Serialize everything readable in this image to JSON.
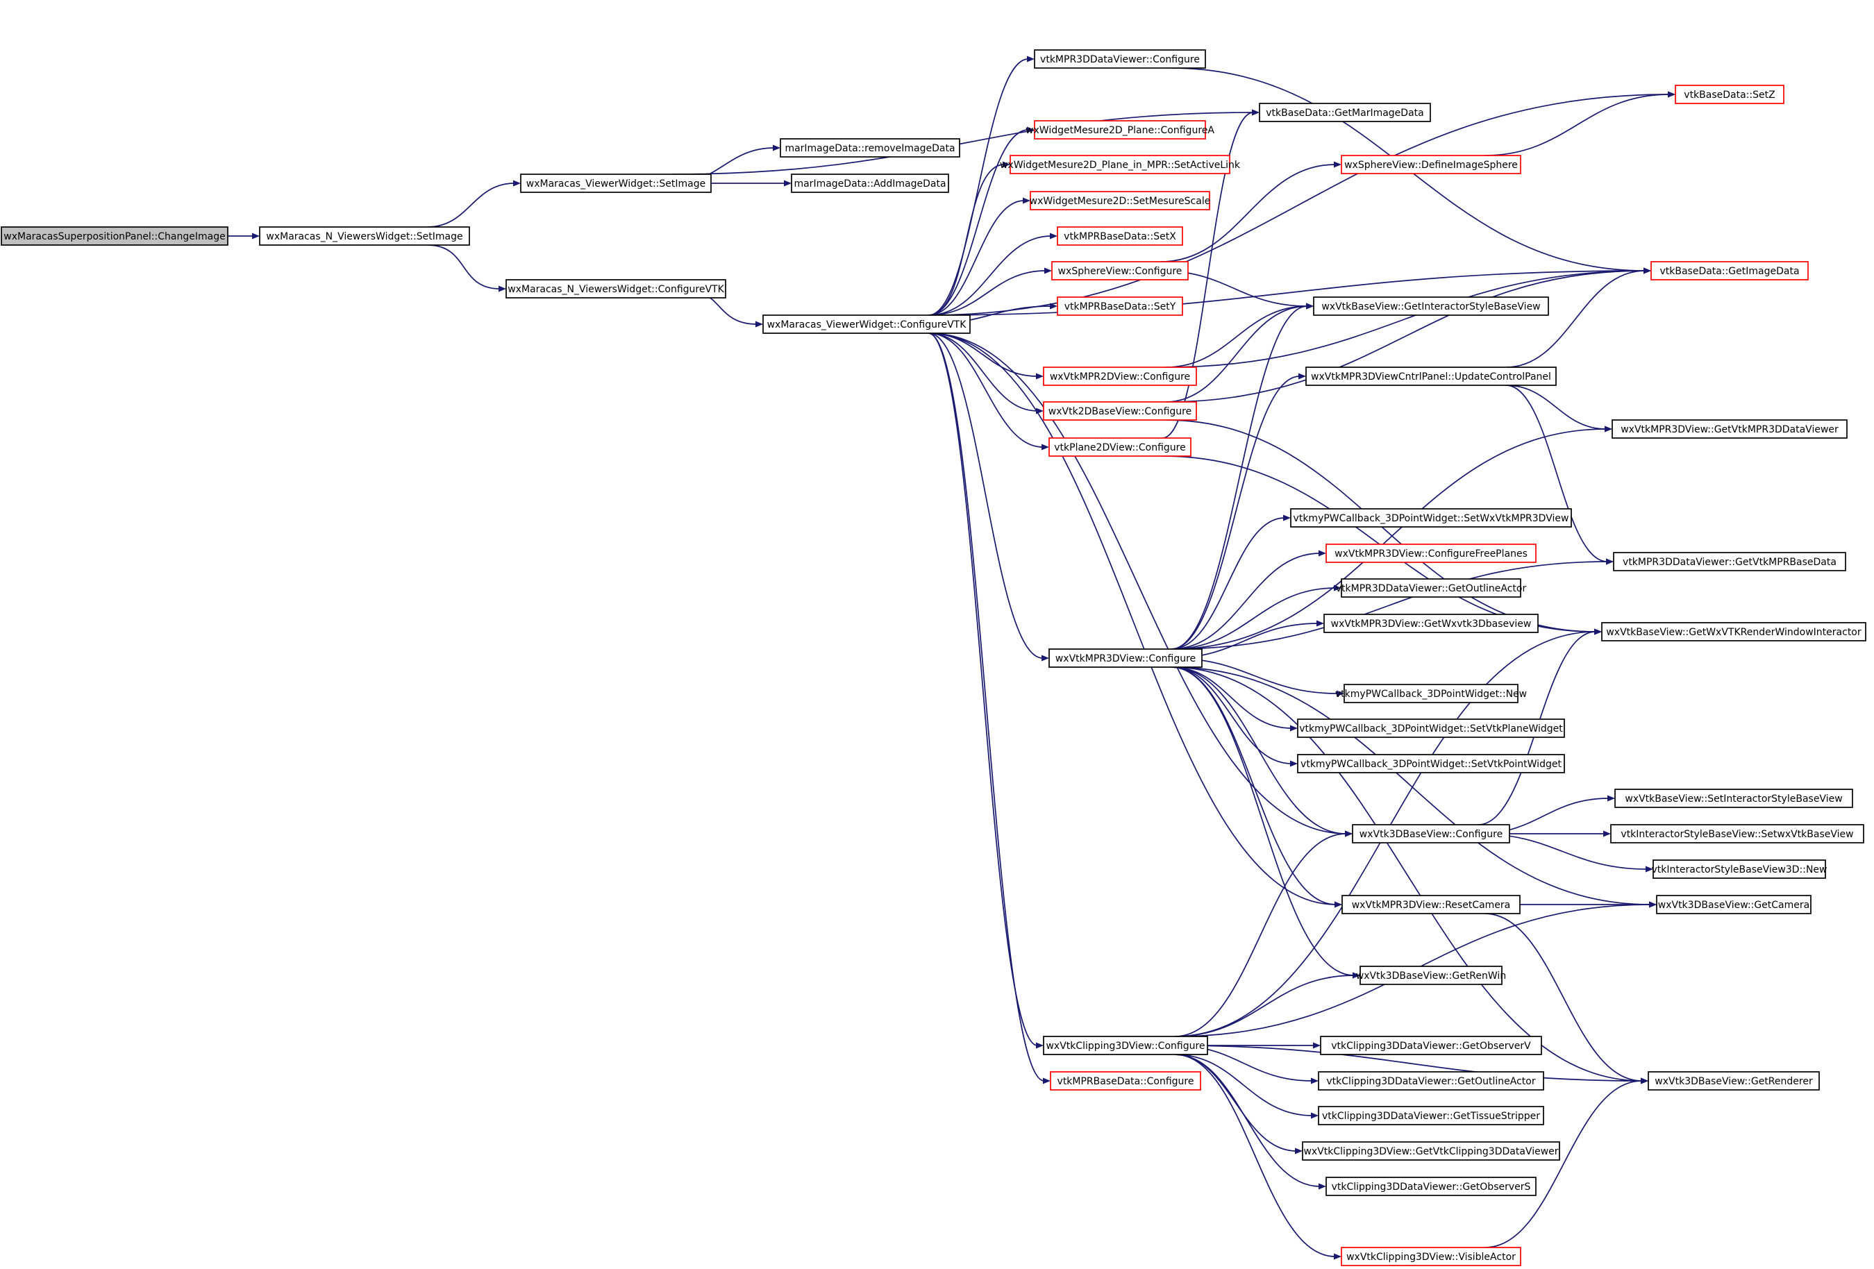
{
  "colors": {
    "edge": "#191970",
    "border_normal": "#000000",
    "border_highlight": "#ff0000",
    "root_fill": "#bfbfbf",
    "fill": "#ffffff"
  },
  "nodes": [
    {
      "id": "n0",
      "label": "wxMaracasSuperpositionPanel::ChangeImage",
      "style": "root"
    },
    {
      "id": "n1",
      "label": "wxMaracas_N_ViewersWidget::SetImage",
      "style": "normal"
    },
    {
      "id": "n2",
      "label": "wxMaracas_ViewerWidget::SetImage",
      "style": "normal"
    },
    {
      "id": "n3",
      "label": "wxMaracas_N_ViewersWidget::ConfigureVTK",
      "style": "normal"
    },
    {
      "id": "n4",
      "label": "marImageData::removeImageData",
      "style": "normal"
    },
    {
      "id": "n5",
      "label": "marImageData::AddImageData",
      "style": "normal"
    },
    {
      "id": "n6",
      "label": "vtkBaseData::GetMarImageData",
      "style": "normal"
    },
    {
      "id": "n7",
      "label": "wxMaracas_ViewerWidget::ConfigureVTK",
      "style": "normal"
    },
    {
      "id": "n8",
      "label": "vtkMPR3DDataViewer::Configure",
      "style": "normal"
    },
    {
      "id": "n9",
      "label": "wxWidgetMesure2D_Plane::ConfigureA",
      "style": "red"
    },
    {
      "id": "n10",
      "label": "wxWidgetMesure2D_Plane_in_MPR::SetActiveLink",
      "style": "red"
    },
    {
      "id": "n11",
      "label": "wxWidgetMesure2D::SetMesureScale",
      "style": "red"
    },
    {
      "id": "n12",
      "label": "vtkMPRBaseData::SetX",
      "style": "red"
    },
    {
      "id": "n13",
      "label": "wxSphereView::Configure",
      "style": "red"
    },
    {
      "id": "n14",
      "label": "vtkMPRBaseData::SetY",
      "style": "red"
    },
    {
      "id": "n15",
      "label": "wxVtkMPR2DView::Configure",
      "style": "red"
    },
    {
      "id": "n16",
      "label": "wxVtk2DBaseView::Configure",
      "style": "red"
    },
    {
      "id": "n17",
      "label": "vtkPlane2DView::Configure",
      "style": "red"
    },
    {
      "id": "n18",
      "label": "wxVtkMPR3DView::Configure",
      "style": "normal"
    },
    {
      "id": "n19",
      "label": "wxVtkClipping3DView::Configure",
      "style": "normal"
    },
    {
      "id": "n20",
      "label": "vtkMPRBaseData::Configure",
      "style": "red"
    },
    {
      "id": "n21",
      "label": "vtkBaseData::SetZ",
      "style": "red"
    },
    {
      "id": "n22",
      "label": "wxSphereView::DefineImageSphere",
      "style": "red"
    },
    {
      "id": "n23",
      "label": "vtkBaseData::GetImageData",
      "style": "red"
    },
    {
      "id": "n24",
      "label": "wxVtkBaseView::GetInteractorStyleBaseView",
      "style": "normal"
    },
    {
      "id": "n25",
      "label": "wxVtkMPR3DViewCntrlPanel::UpdateControlPanel",
      "style": "normal"
    },
    {
      "id": "n26",
      "label": "wxVtkMPR3DView::GetVtkMPR3DDataViewer",
      "style": "normal"
    },
    {
      "id": "n27",
      "label": "vtkmyPWCallback_3DPointWidget::SetWxVtkMPR3DView",
      "style": "normal"
    },
    {
      "id": "n28",
      "label": "wxVtkMPR3DView::ConfigureFreePlanes",
      "style": "red"
    },
    {
      "id": "n29",
      "label": "vtkMPR3DDataViewer::GetOutlineActor",
      "style": "normal"
    },
    {
      "id": "n30",
      "label": "wxVtkMPR3DView::GetWxvtk3Dbaseview",
      "style": "normal"
    },
    {
      "id": "n31",
      "label": "vtkMPR3DDataViewer::GetVtkMPRBaseData",
      "style": "normal"
    },
    {
      "id": "n32",
      "label": "wxVtkBaseView::GetWxVTKRenderWindowInteractor",
      "style": "normal"
    },
    {
      "id": "n33",
      "label": "vtkmyPWCallback_3DPointWidget::New",
      "style": "normal"
    },
    {
      "id": "n34",
      "label": "vtkmyPWCallback_3DPointWidget::SetVtkPlaneWidget",
      "style": "normal"
    },
    {
      "id": "n35",
      "label": "vtkmyPWCallback_3DPointWidget::SetVtkPointWidget",
      "style": "normal"
    },
    {
      "id": "n36",
      "label": "wxVtkBaseView::SetInteractorStyleBaseView",
      "style": "normal"
    },
    {
      "id": "n37",
      "label": "wxVtk3DBaseView::Configure",
      "style": "normal"
    },
    {
      "id": "n38",
      "label": "vtkInteractorStyleBaseView::SetwxVtkBaseView",
      "style": "normal"
    },
    {
      "id": "n39",
      "label": "vtkInteractorStyleBaseView3D::New",
      "style": "normal"
    },
    {
      "id": "n40",
      "label": "wxVtkMPR3DView::ResetCamera",
      "style": "normal"
    },
    {
      "id": "n41",
      "label": "wxVtk3DBaseView::GetCamera",
      "style": "normal"
    },
    {
      "id": "n42",
      "label": "wxVtk3DBaseView::GetRenWin",
      "style": "normal"
    },
    {
      "id": "n43",
      "label": "vtkClipping3DDataViewer::GetObserverV",
      "style": "normal"
    },
    {
      "id": "n44",
      "label": "vtkClipping3DDataViewer::GetOutlineActor",
      "style": "normal"
    },
    {
      "id": "n45",
      "label": "wxVtk3DBaseView::GetRenderer",
      "style": "normal"
    },
    {
      "id": "n46",
      "label": "vtkClipping3DDataViewer::GetTissueStripper",
      "style": "normal"
    },
    {
      "id": "n47",
      "label": "wxVtkClipping3DView::GetVtkClipping3DDataViewer",
      "style": "normal"
    },
    {
      "id": "n48",
      "label": "vtkClipping3DDataViewer::GetObserverS",
      "style": "normal"
    },
    {
      "id": "n49",
      "label": "wxVtkClipping3DView::VisibleActor",
      "style": "red"
    }
  ],
  "edges": [
    [
      "n0",
      "n1"
    ],
    [
      "n1",
      "n2"
    ],
    [
      "n1",
      "n3"
    ],
    [
      "n2",
      "n4"
    ],
    [
      "n2",
      "n5"
    ],
    [
      "n2",
      "n6"
    ],
    [
      "n3",
      "n7"
    ],
    [
      "n7",
      "n8"
    ],
    [
      "n7",
      "n9"
    ],
    [
      "n7",
      "n10"
    ],
    [
      "n7",
      "n11"
    ],
    [
      "n7",
      "n12"
    ],
    [
      "n7",
      "n13"
    ],
    [
      "n7",
      "n14"
    ],
    [
      "n7",
      "n15"
    ],
    [
      "n7",
      "n16"
    ],
    [
      "n7",
      "n17"
    ],
    [
      "n7",
      "n18"
    ],
    [
      "n7",
      "n19"
    ],
    [
      "n7",
      "n20"
    ],
    [
      "n7",
      "n21"
    ],
    [
      "n7",
      "n23"
    ],
    [
      "n7",
      "n37"
    ],
    [
      "n7",
      "n40"
    ],
    [
      "n8",
      "n23"
    ],
    [
      "n13",
      "n22"
    ],
    [
      "n13",
      "n24"
    ],
    [
      "n22",
      "n21"
    ],
    [
      "n15",
      "n24"
    ],
    [
      "n15",
      "n23"
    ],
    [
      "n16",
      "n24"
    ],
    [
      "n16",
      "n23"
    ],
    [
      "n16",
      "n32"
    ],
    [
      "n17",
      "n6"
    ],
    [
      "n17",
      "n32"
    ],
    [
      "n18",
      "n24"
    ],
    [
      "n18",
      "n25"
    ],
    [
      "n18",
      "n26"
    ],
    [
      "n18",
      "n27"
    ],
    [
      "n18",
      "n28"
    ],
    [
      "n18",
      "n29"
    ],
    [
      "n18",
      "n30"
    ],
    [
      "n18",
      "n31"
    ],
    [
      "n18",
      "n33"
    ],
    [
      "n18",
      "n34"
    ],
    [
      "n18",
      "n35"
    ],
    [
      "n18",
      "n37"
    ],
    [
      "n18",
      "n40"
    ],
    [
      "n18",
      "n41"
    ],
    [
      "n18",
      "n42"
    ],
    [
      "n18",
      "n45"
    ],
    [
      "n25",
      "n23"
    ],
    [
      "n25",
      "n26"
    ],
    [
      "n25",
      "n31"
    ],
    [
      "n37",
      "n36"
    ],
    [
      "n37",
      "n38"
    ],
    [
      "n37",
      "n39"
    ],
    [
      "n37",
      "n32"
    ],
    [
      "n40",
      "n41"
    ],
    [
      "n40",
      "n45"
    ],
    [
      "n19",
      "n37"
    ],
    [
      "n19",
      "n32"
    ],
    [
      "n19",
      "n42"
    ],
    [
      "n19",
      "n41"
    ],
    [
      "n19",
      "n43"
    ],
    [
      "n19",
      "n44"
    ],
    [
      "n19",
      "n46"
    ],
    [
      "n19",
      "n47"
    ],
    [
      "n19",
      "n48"
    ],
    [
      "n19",
      "n49"
    ],
    [
      "n19",
      "n45"
    ],
    [
      "n49",
      "n45"
    ]
  ]
}
